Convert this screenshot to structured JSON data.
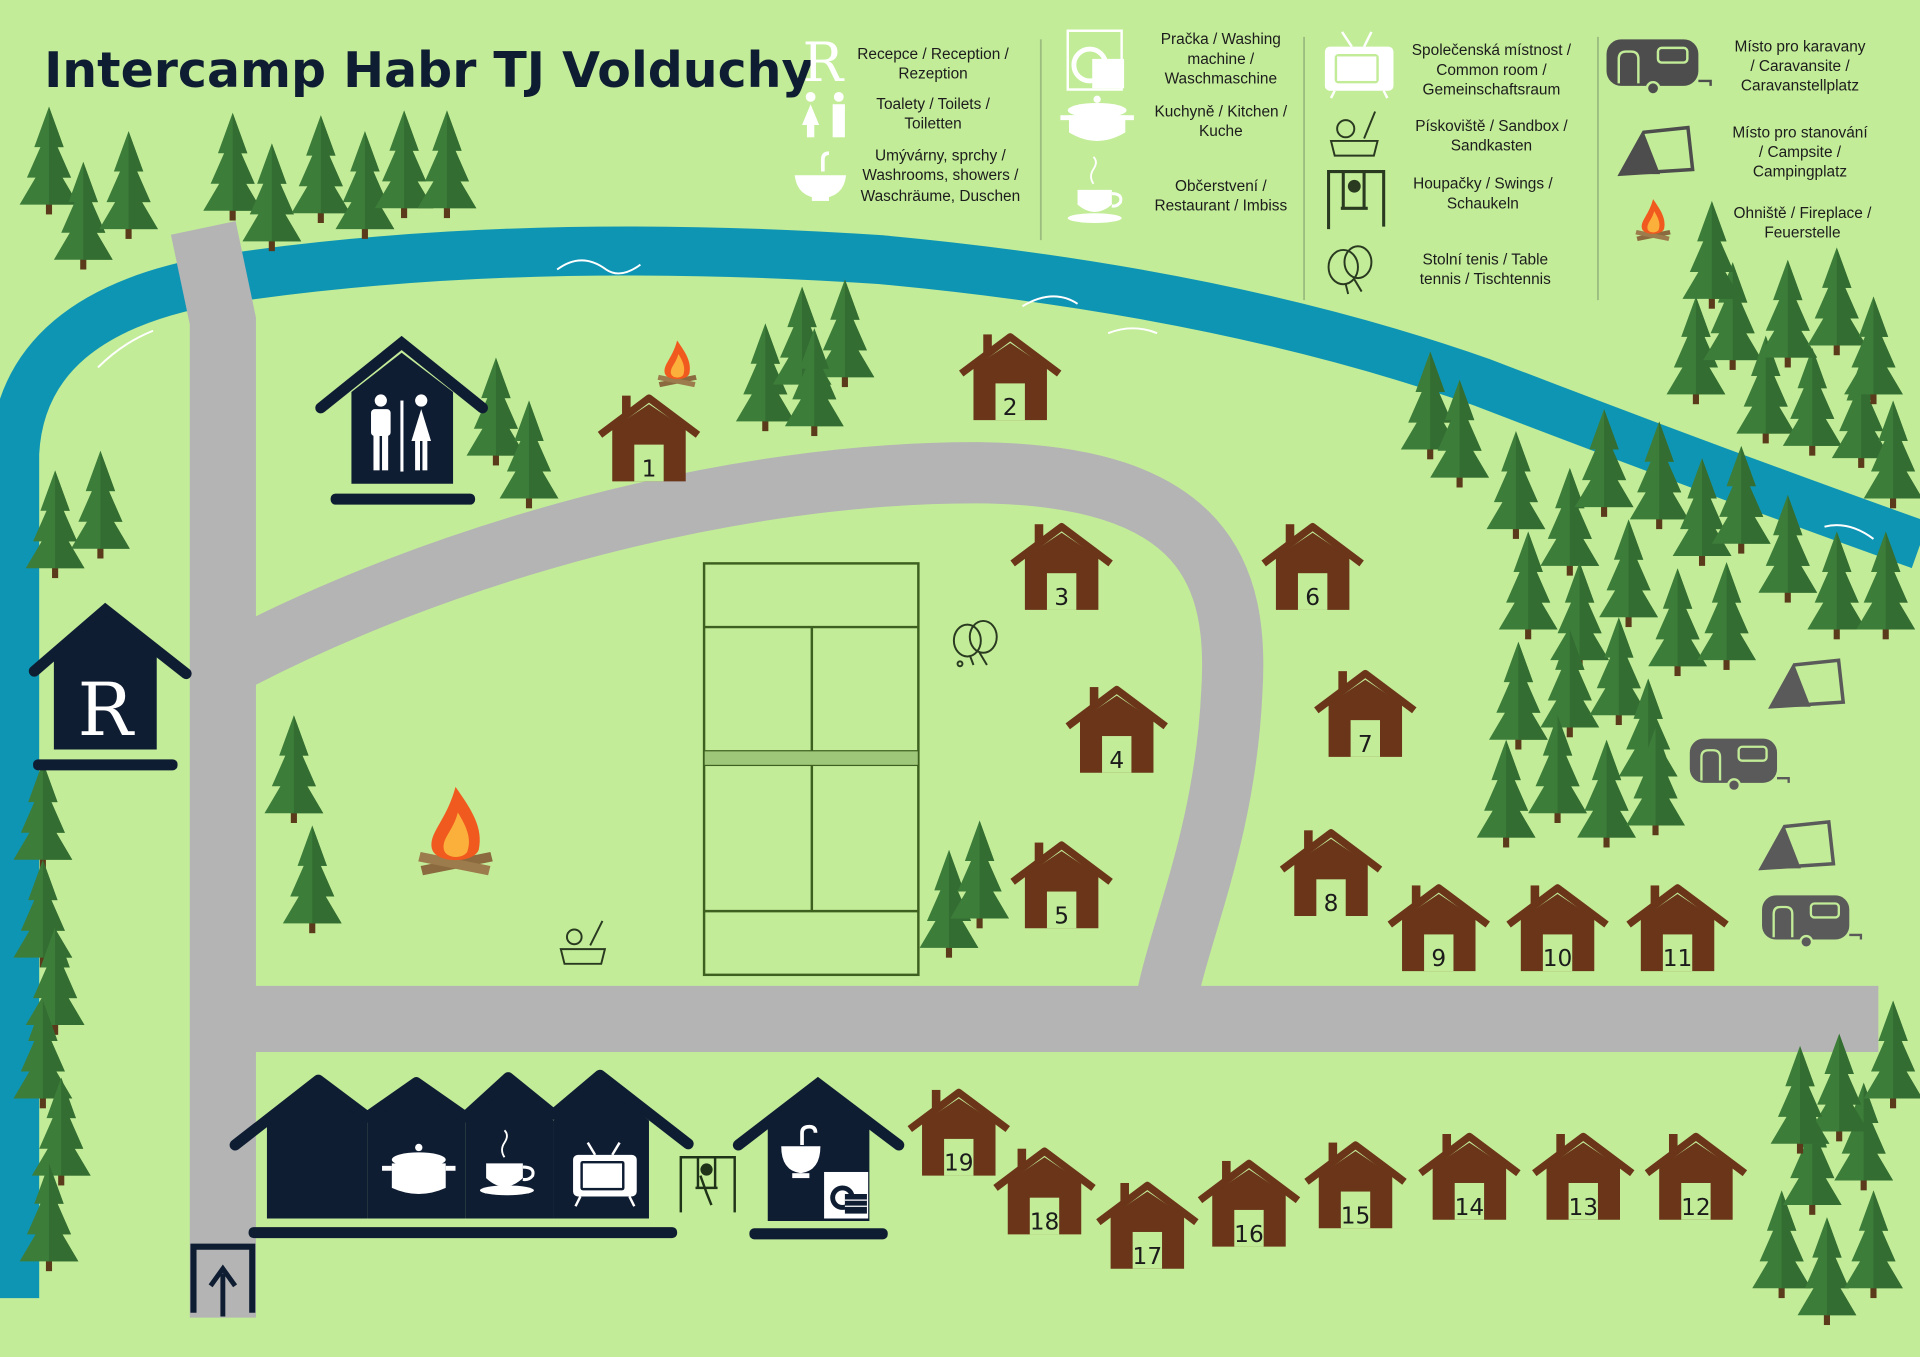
{
  "title": "Intercamp Habr TJ Volduchy",
  "legend": [
    {
      "icon": "reception-r-icon",
      "lines": [
        "Recepce / Reception /",
        "Rezeption"
      ]
    },
    {
      "icon": "toilets-icon",
      "lines": [
        "Toalety / Toilets /",
        "Toiletten"
      ]
    },
    {
      "icon": "washroom-sink-icon",
      "lines": [
        "Umývárny, sprchy /",
        "Washrooms, showers /",
        "Waschräume, Duschen"
      ]
    },
    {
      "icon": "washing-machine-icon",
      "lines": [
        "Pračka / Washing",
        "machine /",
        "Waschmaschine"
      ]
    },
    {
      "icon": "cooking-pot-icon",
      "lines": [
        "Kuchyně / Kitchen /",
        "Kuche"
      ]
    },
    {
      "icon": "coffee-cup-icon",
      "lines": [
        "Občerstvení /",
        "Restaurant / Imbiss"
      ]
    },
    {
      "icon": "tv-icon",
      "lines": [
        "Společenská místnost /",
        "Common room /",
        "Gemeinschaftsraum"
      ]
    },
    {
      "icon": "sandbox-icon",
      "lines": [
        "Pískoviště / Sandbox /",
        "Sandkasten"
      ]
    },
    {
      "icon": "swing-icon",
      "lines": [
        "Houpačky / Swings /",
        "Schaukeln"
      ]
    },
    {
      "icon": "table-tennis-icon",
      "lines": [
        "Stolní tenis / Table",
        "tennis / Tischtennis"
      ]
    },
    {
      "icon": "caravan-icon",
      "lines": [
        "Místo pro karavany",
        "/ Caravansite /",
        "Caravanstellplatz"
      ]
    },
    {
      "icon": "tent-icon",
      "lines": [
        "Místo pro stanování",
        "/ Campsite /",
        "Campingplatz"
      ]
    },
    {
      "icon": "campfire-icon",
      "lines": [
        "Ohniště / Fireplace /",
        "Feuerstelle"
      ]
    }
  ],
  "reception_letter": "R",
  "cabins": [
    "1",
    "2",
    "3",
    "4",
    "5",
    "6",
    "7",
    "8",
    "9",
    "10",
    "11",
    "12",
    "13",
    "14",
    "15",
    "16",
    "17",
    "18",
    "19"
  ],
  "colors": {
    "grass": "#c2ec98",
    "river": "#0f95b4",
    "road": "#b4b4b4",
    "building": "#0f1d33",
    "cabin": "#6b3519",
    "tree": "#3d7d3a",
    "court": "#3d5f1f"
  }
}
